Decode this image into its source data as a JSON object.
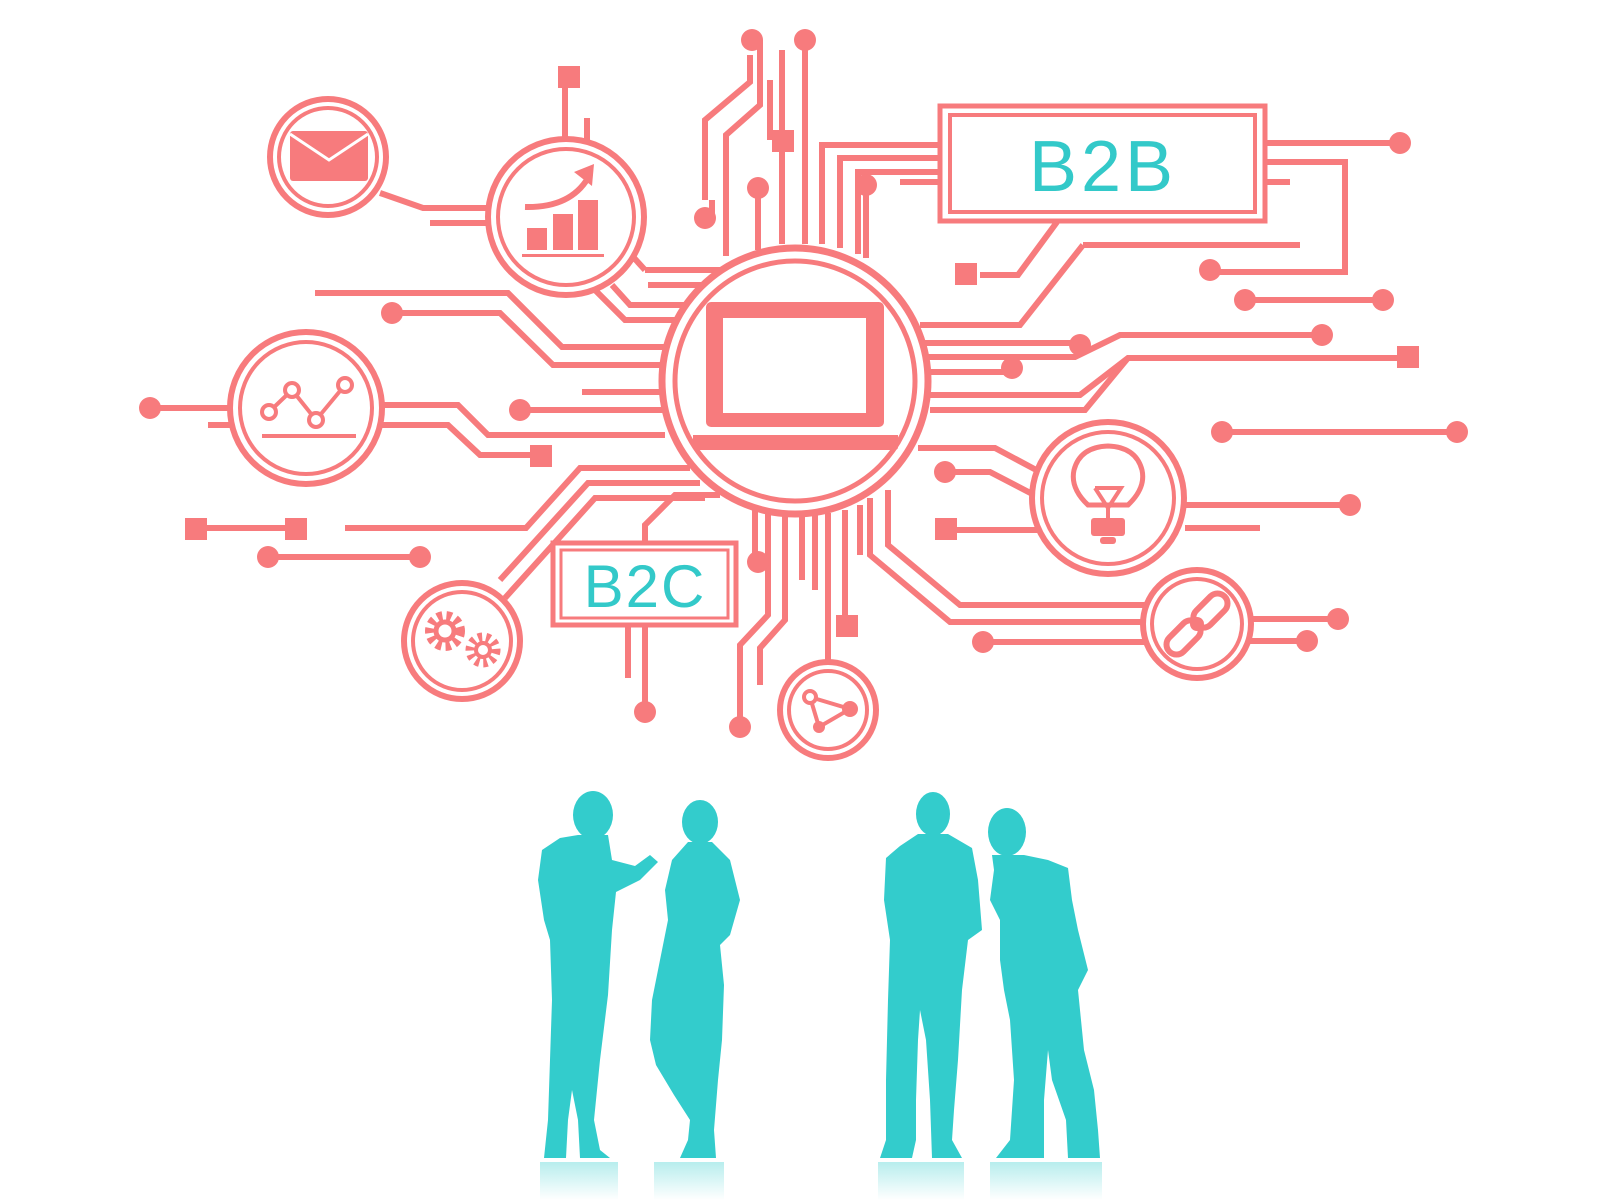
{
  "colors": {
    "circuit": "#f77b7d",
    "label": "#33c9c9",
    "people": "#33cccc",
    "background": "#ffffff"
  },
  "labels": {
    "b2b": "B2B",
    "b2c": "B2C"
  },
  "icons": [
    "laptop-icon",
    "envelope-icon",
    "growth-chart-icon",
    "line-graph-icon",
    "gears-icon",
    "share-network-icon",
    "lightbulb-icon",
    "link-chain-icon"
  ],
  "people": {
    "count": 4
  }
}
